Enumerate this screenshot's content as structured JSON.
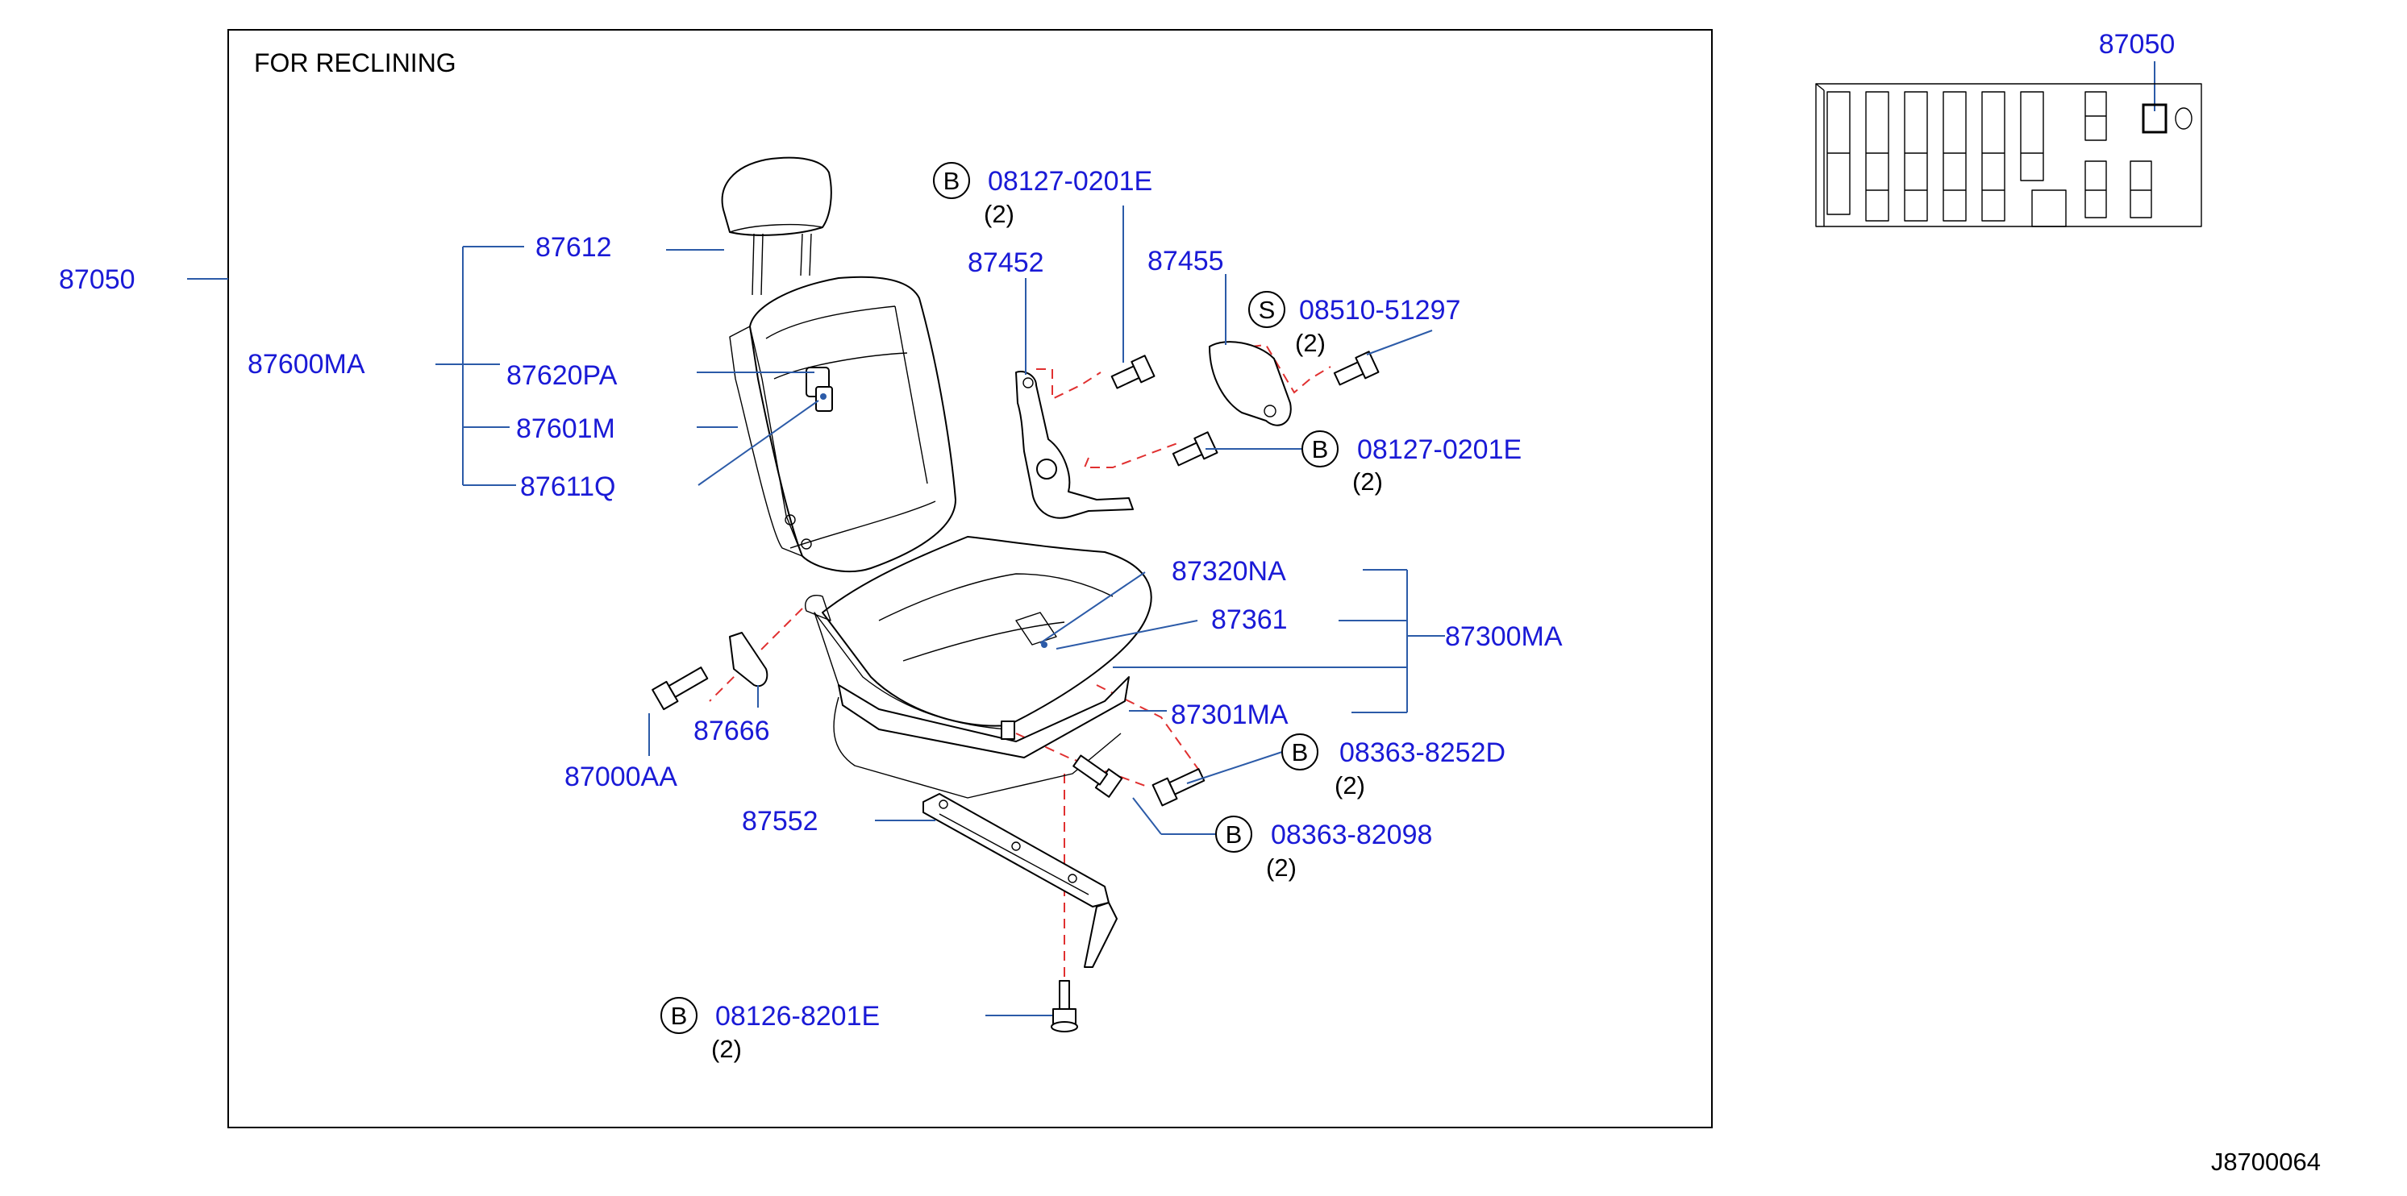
{
  "header": {
    "title": "FOR  RECLINING"
  },
  "ref_code": "J8700064",
  "index": {
    "label": "87050"
  },
  "labels": {
    "p87050": "87050",
    "p87600MA": "87600MA",
    "p87612": "87612",
    "p87620PA": "87620PA",
    "p87601M": "87601M",
    "p87611Q": "87611Q",
    "p87452": "87452",
    "p87455": "87455",
    "p87320NA": "87320NA",
    "p87361": "87361",
    "p87300MA": "87300MA",
    "p87301MA": "87301MA",
    "p87666": "87666",
    "p87000AA": "87000AA",
    "p87552": "87552"
  },
  "fasteners": {
    "f1": {
      "prefix": "B",
      "part": "08127-0201E",
      "qty": "(2)"
    },
    "f2": {
      "prefix": "S",
      "part": "08510-51297",
      "qty": "(2)"
    },
    "f3": {
      "prefix": "B",
      "part": "08127-0201E",
      "qty": "(2)"
    },
    "f4": {
      "prefix": "B",
      "part": "08363-8252D",
      "qty": "(2)"
    },
    "f5": {
      "prefix": "B",
      "part": "08363-82098",
      "qty": "(2)"
    },
    "f6": {
      "prefix": "B",
      "part": "08126-8201E",
      "qty": "(2)"
    }
  },
  "colors": {
    "part_number": "#1a1ad6",
    "leader_line": "#2c5ba8",
    "dashed_guide": "#e03030"
  }
}
